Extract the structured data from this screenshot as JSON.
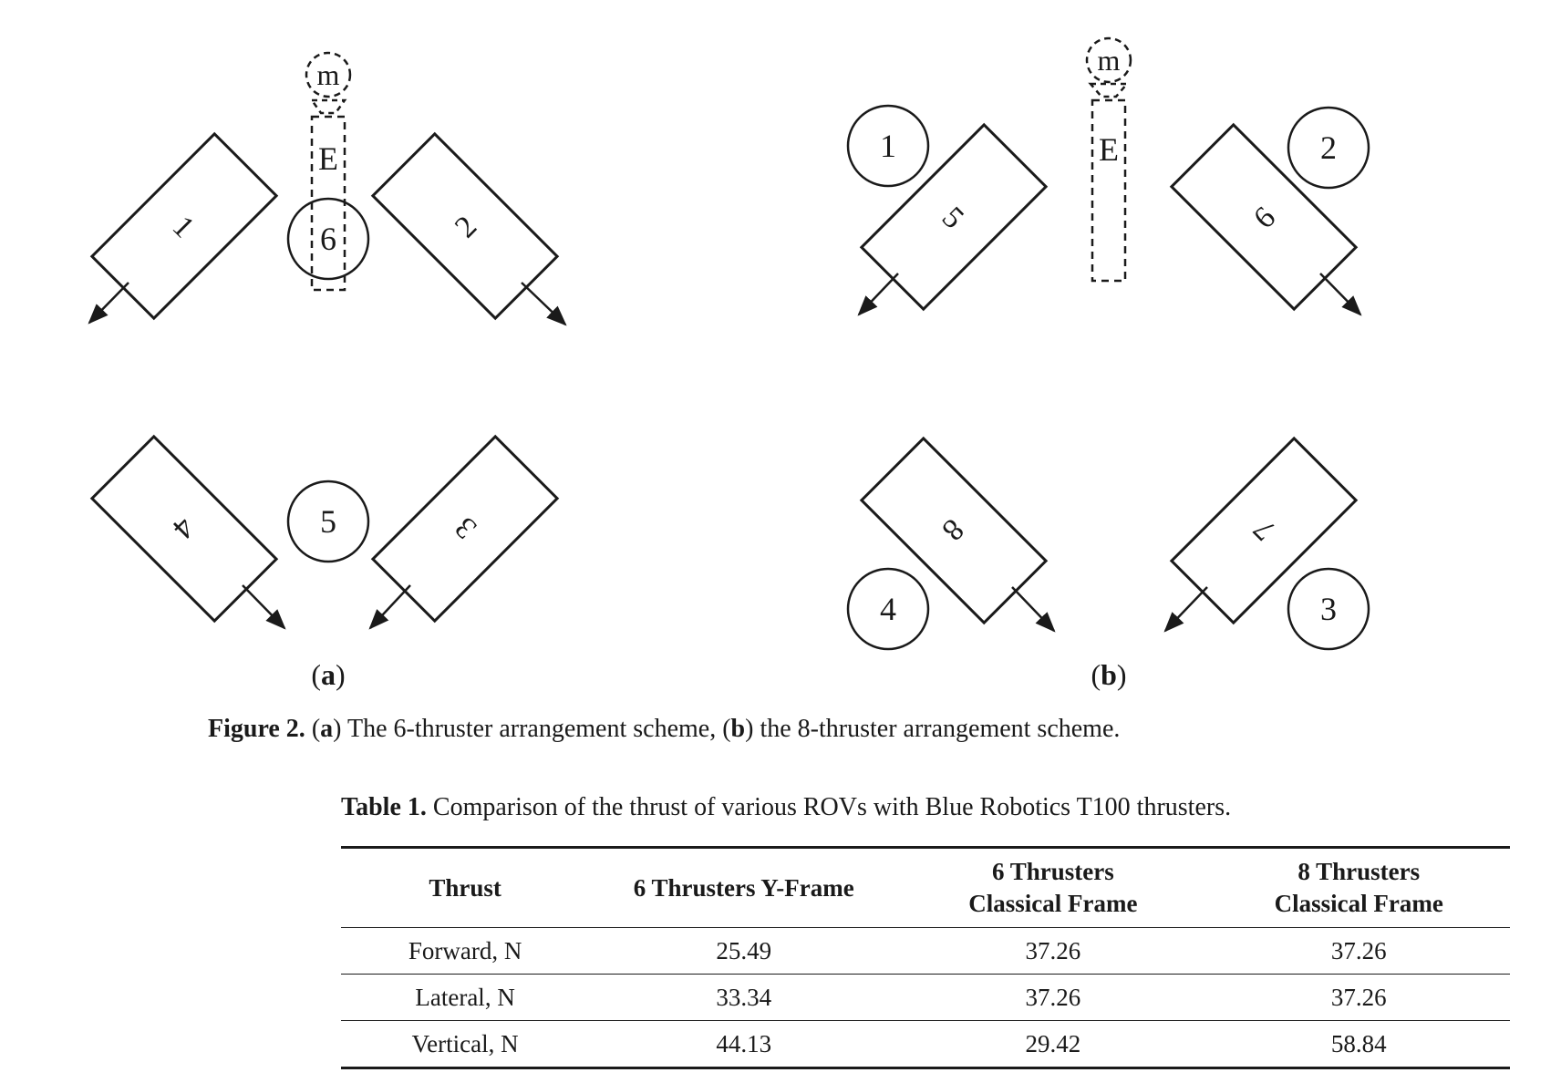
{
  "figure": {
    "panel_a": {
      "label": "a",
      "thrusters": [
        "1",
        "2",
        "3",
        "4"
      ],
      "circles": [
        "6",
        "5"
      ],
      "mass_label": "m",
      "electronics_label": "E"
    },
    "panel_b": {
      "label": "b",
      "thrusters": [
        "5",
        "6",
        "7",
        "8"
      ],
      "circles": [
        "1",
        "2",
        "3",
        "4"
      ],
      "mass_label": "m",
      "electronics_label": "E"
    },
    "caption": {
      "figure_label": "Figure 2.",
      "a_open": "(",
      "a_label": "a",
      "a_text": ") The 6-thruster arrangement scheme, (",
      "b_label": "b",
      "b_text": ") the 8-thruster arrangement scheme."
    }
  },
  "table": {
    "caption_label": "Table 1.",
    "caption_text": "Comparison of the thrust of various ROVs with Blue Robotics T100 thrusters.",
    "headers": [
      [
        "Thrust"
      ],
      [
        "6 Thrusters Y-Frame"
      ],
      [
        "6 Thrusters",
        "Classical Frame"
      ],
      [
        "8 Thrusters",
        "Classical Frame"
      ]
    ],
    "rows": [
      [
        "Forward, N",
        "25.49",
        "37.26",
        "37.26"
      ],
      [
        "Lateral, N",
        "33.34",
        "37.26",
        "37.26"
      ],
      [
        "Vertical, N",
        "44.13",
        "29.42",
        "58.84"
      ]
    ]
  }
}
